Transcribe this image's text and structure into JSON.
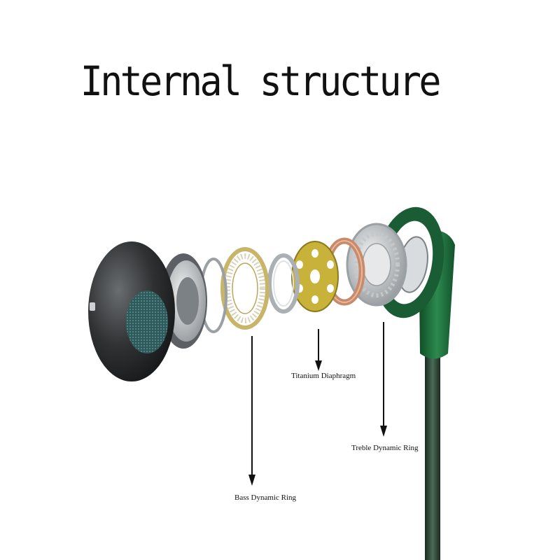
{
  "title": "Internal structure",
  "labels": {
    "titanium": "Titanium Diaphragm",
    "treble": "Treble Dynamic Ring",
    "bass": "Bass Dynamic Ring"
  },
  "colors": {
    "body_green": "#1e6b3a",
    "shell_dark": "#2a2c2e",
    "mesh_teal": "#3c6b6c",
    "gold_ring": "#c9b56a",
    "plate_gold": "#c8b23a",
    "copper_ring": "#c98a6a",
    "silver": "#c9cdd1"
  }
}
